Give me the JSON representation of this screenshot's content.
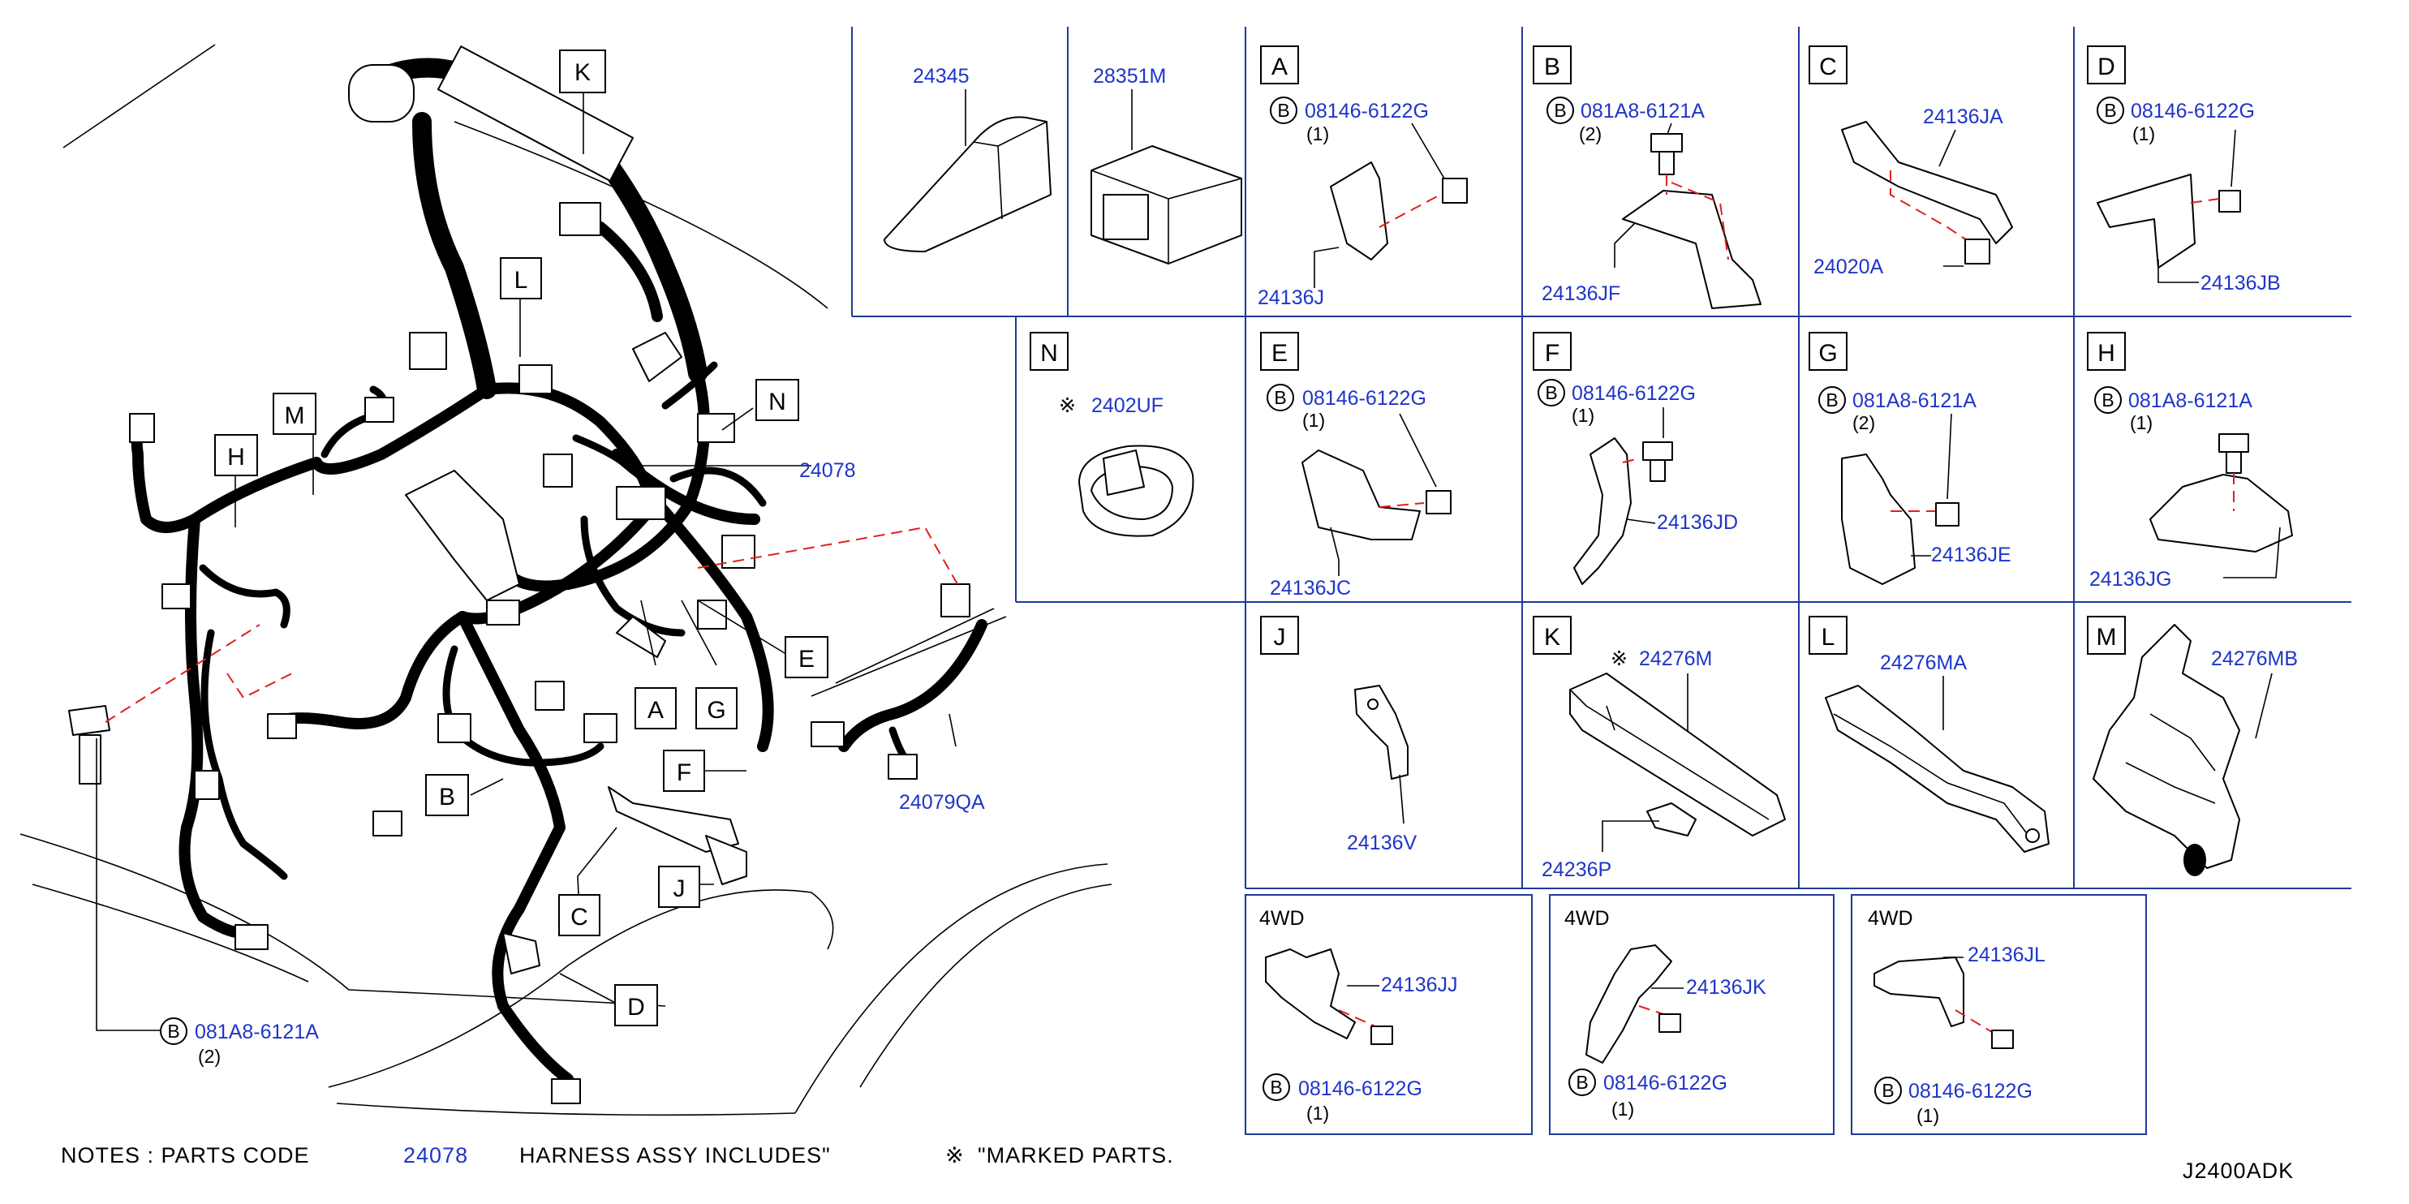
{
  "main": {
    "callout_letters": [
      "K",
      "L",
      "M",
      "N",
      "H",
      "A",
      "G",
      "E",
      "F",
      "B",
      "J",
      "C",
      "D"
    ],
    "main_harness": "24078",
    "sub_harness": "24079QA",
    "bolt_bottom": {
      "circle": "B",
      "code": "081A8-6121A",
      "qty": "(2)"
    }
  },
  "top_parts": [
    {
      "code": "24345"
    },
    {
      "code": "28351M"
    }
  ],
  "panels": {
    "A": {
      "letter": "A",
      "bolt_circle": "B",
      "bolt": "08146-6122G",
      "qty": "(1)",
      "bracket": "24136J"
    },
    "B": {
      "letter": "B",
      "bolt_circle": "B",
      "bolt": "081A8-6121A",
      "qty": "(2)",
      "bracket": "24136JF"
    },
    "C": {
      "letter": "C",
      "bracket": "24136JA",
      "clip": "24020A"
    },
    "D": {
      "letter": "D",
      "bolt_circle": "B",
      "bolt": "08146-6122G",
      "qty": "(1)",
      "bracket": "24136JB"
    },
    "N": {
      "letter": "N",
      "mark": "※",
      "part": "2402UF"
    },
    "E": {
      "letter": "E",
      "bolt_circle": "B",
      "bolt": "08146-6122G",
      "qty": "(1)",
      "bracket": "24136JC"
    },
    "F": {
      "letter": "F",
      "bolt_circle": "B",
      "bolt": "08146-6122G",
      "qty": "(1)",
      "bracket": "24136JD"
    },
    "G": {
      "letter": "G",
      "bolt_circle": "B",
      "bolt": "081A8-6121A",
      "qty": "(2)",
      "bracket": "24136JE"
    },
    "H": {
      "letter": "H",
      "bolt_circle": "B",
      "bolt": "081A8-6121A",
      "qty": "(1)",
      "bracket": "24136JG"
    },
    "J": {
      "letter": "J",
      "bracket": "24136V"
    },
    "K": {
      "letter": "K",
      "mark": "※",
      "part": "24276M",
      "sub": "24236P"
    },
    "L": {
      "letter": "L",
      "part": "24276MA"
    },
    "M": {
      "letter": "M",
      "part": "24276MB"
    }
  },
  "wd_panels": [
    {
      "tag": "4WD",
      "bracket": "24136JJ",
      "bolt_circle": "B",
      "bolt": "08146-6122G",
      "qty": "(1)"
    },
    {
      "tag": "4WD",
      "bracket": "24136JK",
      "bolt_circle": "B",
      "bolt": "08146-6122G",
      "qty": "(1)"
    },
    {
      "tag": "4WD",
      "bracket": "24136JL",
      "bolt_circle": "B",
      "bolt": "08146-6122G",
      "qty": "(1)"
    }
  ],
  "notes": {
    "prefix": "NOTES  :  PARTS  CODE",
    "code": "24078",
    "middle": "HARNESS  ASSY  INCLUDES\"",
    "mark": "※",
    "suffix": "\"MARKED  PARTS."
  },
  "diagram_id": "J2400ADK",
  "colors": {
    "part_number": "#1f35c8",
    "dashed_line": "#e0201e",
    "frame": "#1f3a9a",
    "text": "#000000"
  }
}
